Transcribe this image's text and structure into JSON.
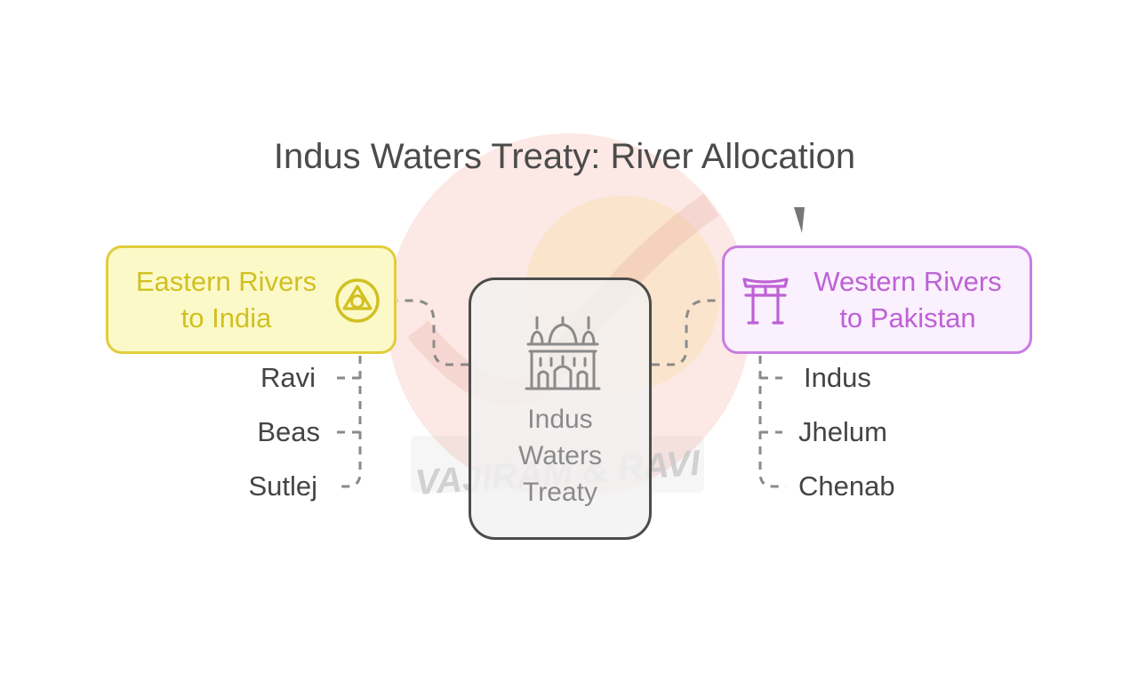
{
  "title": "Indus Waters Treaty: River Allocation",
  "center": {
    "label": "Indus Waters Treaty",
    "icon": "mosque-icon"
  },
  "eastern": {
    "label": "Eastern Rivers to India",
    "icon": "triangle-circle-icon",
    "color": "#e0cd3c",
    "rivers": [
      "Ravi",
      "Beas",
      "Sutlej"
    ]
  },
  "western": {
    "label": "Western Rivers to Pakistan",
    "icon": "torii-gate-icon",
    "color": "#c77ee0",
    "rivers": [
      "Indus",
      "Jhelum",
      "Chenab"
    ]
  },
  "watermark": {
    "text": "VAJIRAM & RAVI"
  }
}
